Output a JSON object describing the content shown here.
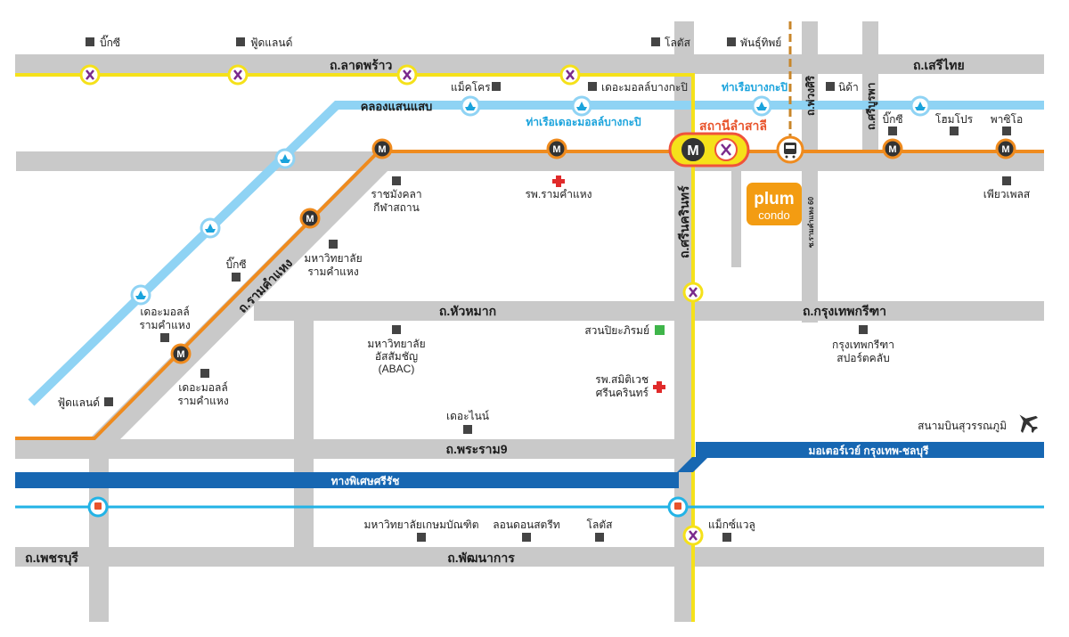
{
  "roads": {
    "lat_phrao": "ถ.ลาดพร้าว",
    "seri_thai": "ถ.เสรีไทย",
    "khlong_saen_saep": "คลองแสนแสบ",
    "phuang_siri": "ถ.พ่วงศิริ",
    "sri_burapha": "ถ.ศรีบูรพา",
    "srinagarindra": "ถ.ศรีนครินทร์",
    "ramkhamhaeng": "ถ.รามคำแหง",
    "hua_mak": "ถ.หัวหมาก",
    "krungthep_kreetha": "ถ.กรุงเทพกรีฑา",
    "rama9": "ถ.พระราม9",
    "phetchaburi": "ถ.เพชรบุรี",
    "phatthanakan": "ถ.พัฒนาการ",
    "ramkhamhaeng_60": "ซ.รามคำแหง 60"
  },
  "expressways": {
    "motorway": "มอเตอร์เวย์ กรุงเทพ-ชลบุรี",
    "si_rat": "ทางพิเศษศรีรัช"
  },
  "station": {
    "name": "สถานีลำสาลี",
    "metro_letter": "M"
  },
  "piers": {
    "bangkapi": "ท่าเรือบางกะปิ",
    "mall_bangkapi": "ท่าเรือเดอะมอลล์บางกะปิ"
  },
  "brand": {
    "line1": "plum",
    "line2": "condo"
  },
  "places": {
    "bigc_1": "บิ๊กซี",
    "foodland_1": "ฟู้ดแลนด์",
    "lotus_1": "โลตัส",
    "pantip": "พันธุ์ทิพย์",
    "makro": "แม็คโคร",
    "mall_bangkapi": "เดอะมอลล์บางกะปิ",
    "nida": "นิด้า",
    "bigc_2": "บิ๊กซี",
    "home_pro": "โฮมโปร",
    "paseo": "พาซิโอ",
    "rajamangala_1": "ราชมังคลา",
    "rajamangala_2": "กีฬาสถาน",
    "ram_hospital": "รพ.รามคำแหง",
    "ramkhamhaeng_uni_1": "มหาวิทยาลัย",
    "ramkhamhaeng_uni_2": "รามคำแหง",
    "bigc_3": "บิ๊กซี",
    "mall_ram_1a": "เดอะมอลล์",
    "mall_ram_1b": "รามคำแหง",
    "mall_ram_2a": "เดอะมอลล์",
    "mall_ram_2b": "รามคำแหง",
    "foodland_2": "ฟู้ดแลนด์",
    "abac_1": "มหาวิทยาลัย",
    "abac_2": "อัสสัมชัญ",
    "abac_3": "(ABAC)",
    "suan_piya": "สวนปิยะภิรมย์",
    "samitivej_1": "รพ.สมิติเวช",
    "samitivej_2": "ศรีนครินทร์",
    "the_nine": "เดอะไนน์",
    "krungthep_sport_1": "กรุงเทพกรีฑา",
    "krungthep_sport_2": "สปอร์ตคลับ",
    "airport": "สนามบินสุวรรณภูมิ",
    "kasem_uni": "มหาวิทยาลัยเกษมบัณฑิต",
    "lawn_down": "ลอนดอนสตรีท",
    "lotus_2": "โลตัส",
    "mega_bangna": "แม็กซ์แวลู",
    "pure_place": "เพียวเพลส"
  },
  "colors": {
    "road": "#c9c9c9",
    "canal": "#8fd3f4",
    "yellow_line": "#f5e11a",
    "orange_line": "#ef8b1e",
    "expressway": "#1767b2",
    "arl_line": "#22b3e6",
    "brand": "#f39c12",
    "station_ring": "#f0533a"
  }
}
